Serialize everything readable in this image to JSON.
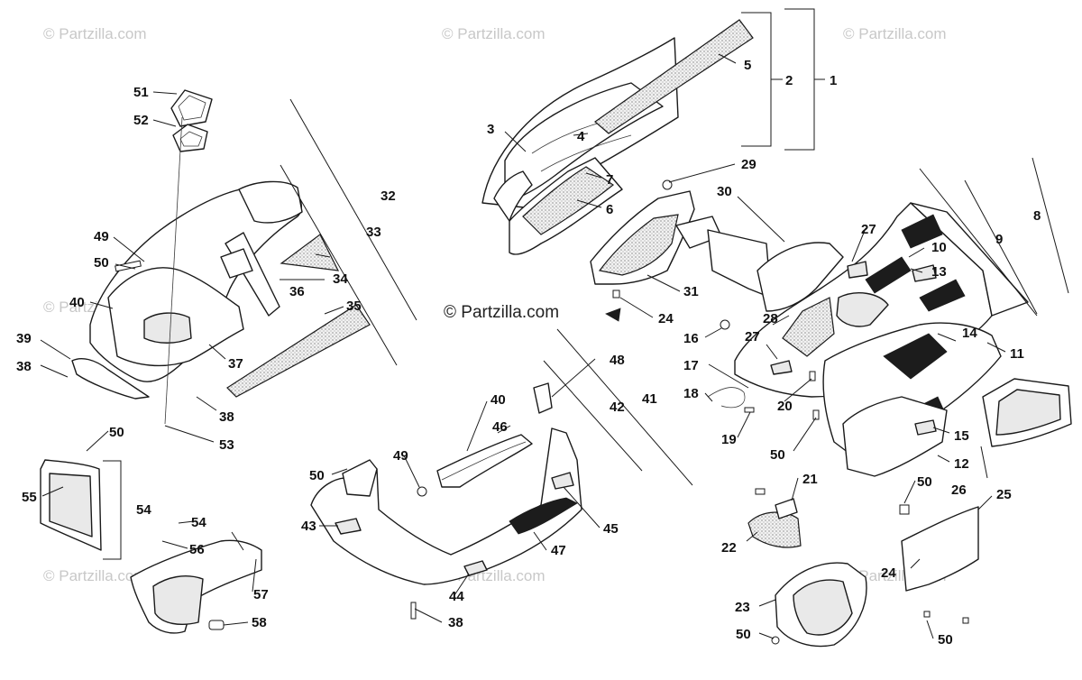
{
  "watermarks": {
    "corner": "© Partzilla.com",
    "center": "© Partzilla.com"
  },
  "callouts": {
    "c1": "1",
    "c2": "2",
    "c3": "3",
    "c4": "4",
    "c5": "5",
    "c6": "6",
    "c7": "7",
    "c8": "8",
    "c9": "9",
    "c10": "10",
    "c11": "11",
    "c12": "12",
    "c13": "13",
    "c14": "14",
    "c15": "15",
    "c16": "16",
    "c17": "17",
    "c18": "18",
    "c19": "19",
    "c20": "20",
    "c21": "21",
    "c22": "22",
    "c23": "23",
    "c24": "24",
    "c25": "25",
    "c26": "26",
    "c27": "27",
    "c28": "28",
    "c29": "29",
    "c30": "30",
    "c31": "31",
    "c32": "32",
    "c33": "33",
    "c34": "34",
    "c35": "35",
    "c36": "36",
    "c37": "37",
    "c38": "38",
    "c39": "39",
    "c40": "40",
    "c41": "41",
    "c42": "42",
    "c43": "43",
    "c44": "44",
    "c45": "45",
    "c46": "46",
    "c47": "47",
    "c48": "48",
    "c49": "49",
    "c50": "50",
    "c51": "51",
    "c52": "52",
    "c53": "53",
    "c54": "54",
    "c55": "55",
    "c56": "56",
    "c57": "57",
    "c58": "58"
  }
}
